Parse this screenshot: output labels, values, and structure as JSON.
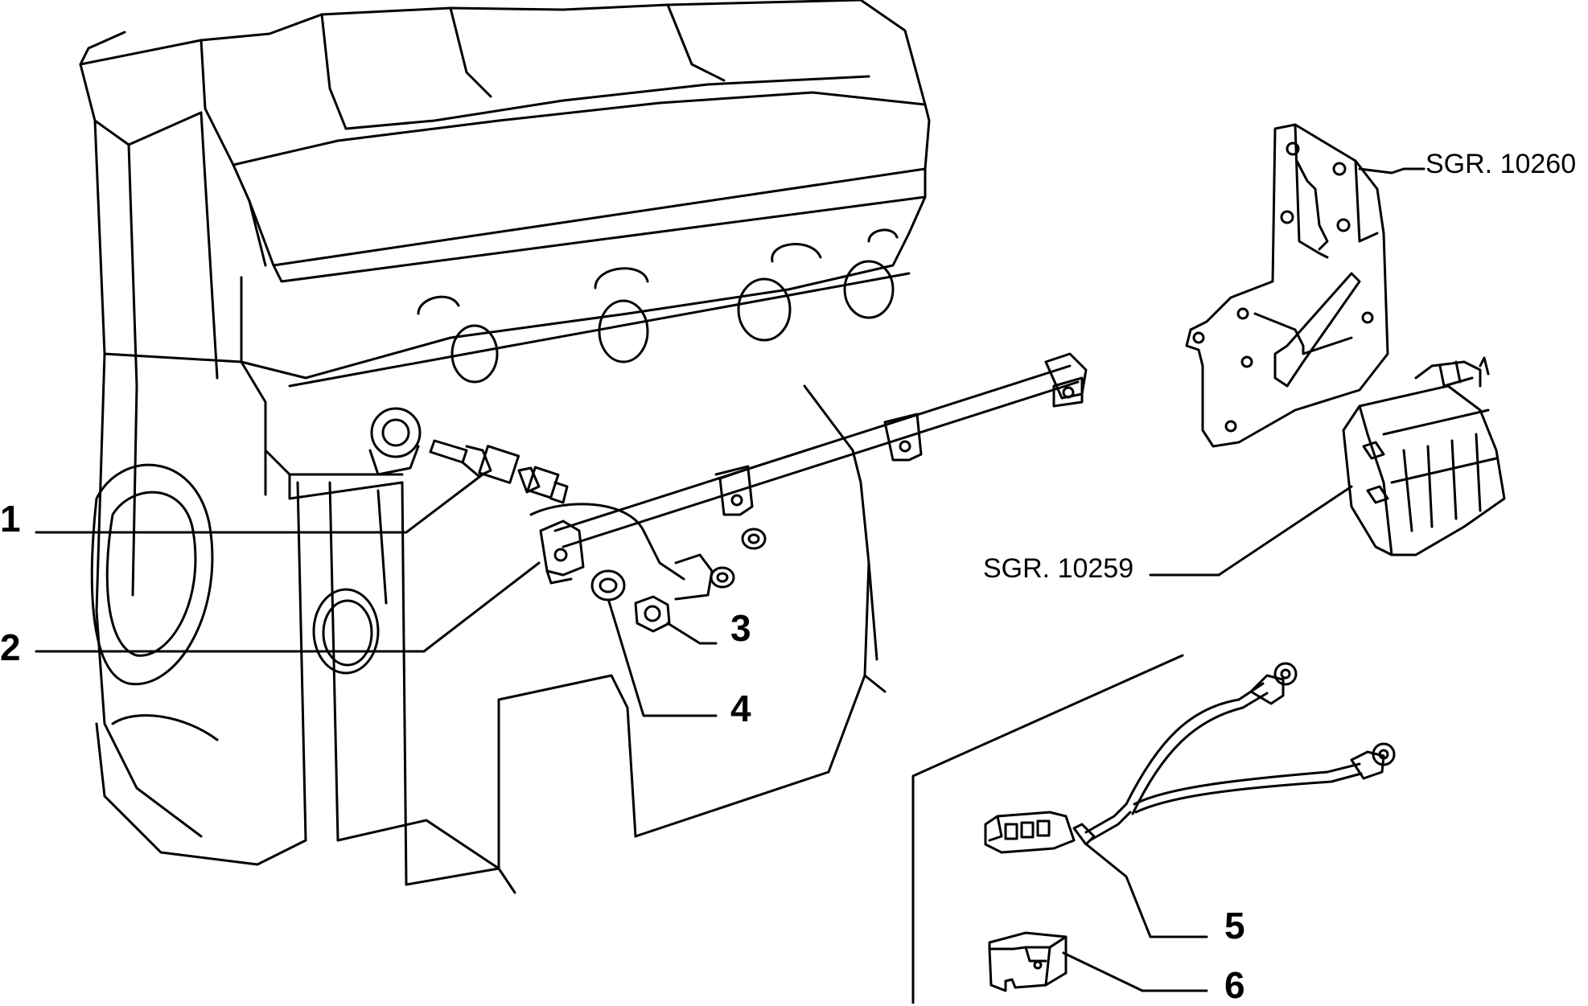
{
  "colors": {
    "line": "#000000",
    "background": "#ffffff"
  },
  "callouts": {
    "c1": "1",
    "c2": "2",
    "c3": "3",
    "c4": "4",
    "c5": "5",
    "c6": "6"
  },
  "references": {
    "bracket": "SGR. 10260",
    "module": "SGR. 10259"
  }
}
